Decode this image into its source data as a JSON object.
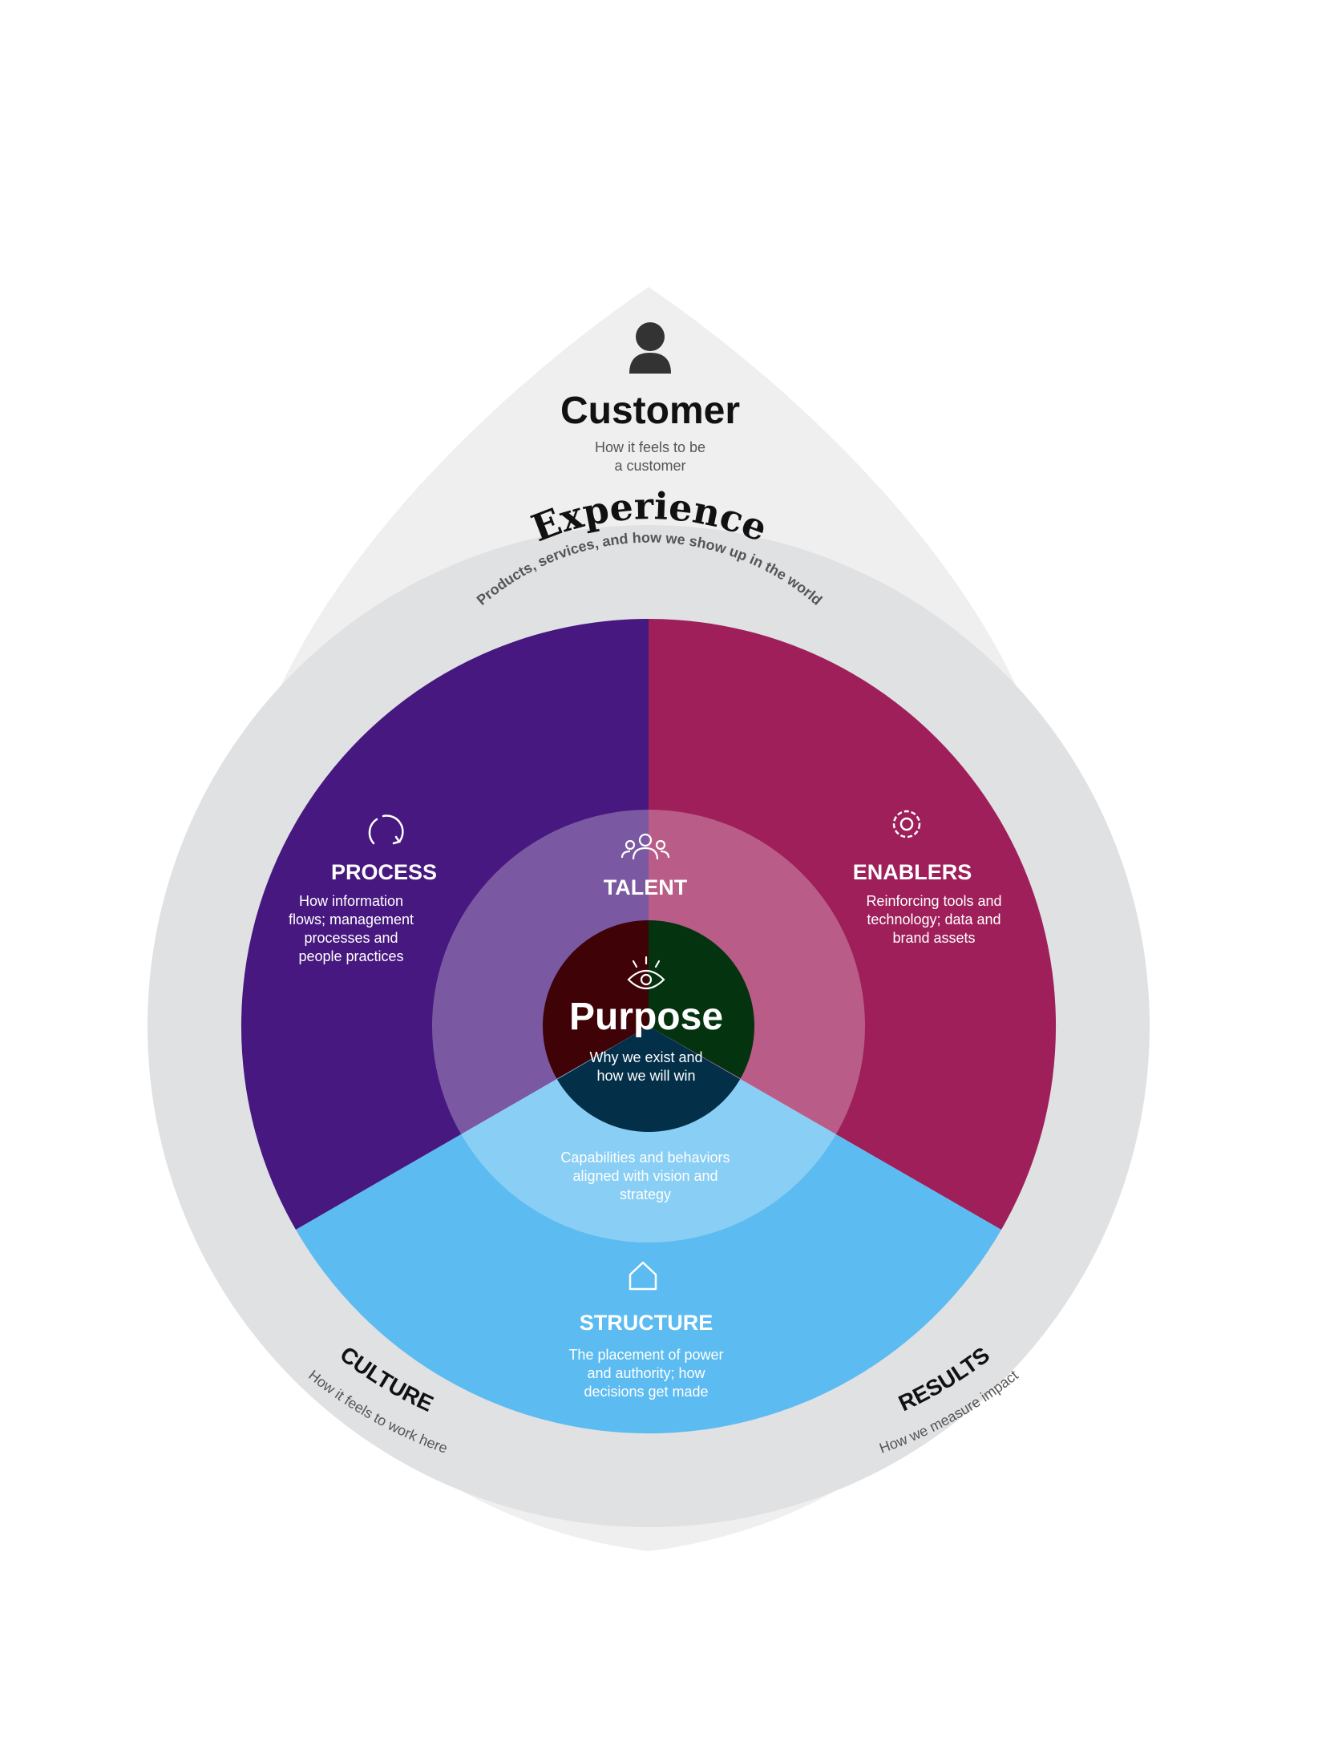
{
  "colors": {
    "outer_drop": "#efefef",
    "experience_ring": "#e0e1e3",
    "process": "#47187f",
    "enablers": "#9e1f5a",
    "structure": "#5cbbf0",
    "purpose_left": "#3f0207",
    "purpose_right": "#04330f",
    "purpose_bottom": "#032f48",
    "text_dark": "#111111",
    "text_grey": "#555555",
    "text_white": "#ffffff"
  },
  "customer": {
    "title": "Customer",
    "subtitle_line1": "How it feels to be",
    "subtitle_line2": "a customer",
    "icon": "person-icon"
  },
  "experience": {
    "title": "Experience",
    "subtitle": "Products, services, and how we show up in the world"
  },
  "process": {
    "title": "PROCESS",
    "icon": "refresh-icon",
    "lines": [
      "How information",
      "flows; management",
      "processes and",
      "people practices"
    ]
  },
  "enablers": {
    "title": "ENABLERS",
    "icon": "gear-icon",
    "lines": [
      "Reinforcing tools and",
      "technology; data and",
      "brand assets"
    ]
  },
  "talent": {
    "title": "TALENT",
    "icon": "people-icon",
    "lines": [
      "Capabilities and behaviors",
      "aligned with vision and",
      "strategy"
    ]
  },
  "purpose": {
    "title": "Purpose",
    "icon": "eye-icon",
    "line1": "Why we exist and",
    "line2": "how we will win"
  },
  "structure": {
    "title": "STRUCTURE",
    "icon": "house-icon",
    "lines": [
      "The placement of power",
      "and authority; how",
      "decisions get made"
    ]
  },
  "culture": {
    "title": "CULTURE",
    "subtitle": "How it feels to work here"
  },
  "results": {
    "title": "RESULTS",
    "subtitle": "How we measure impact"
  }
}
